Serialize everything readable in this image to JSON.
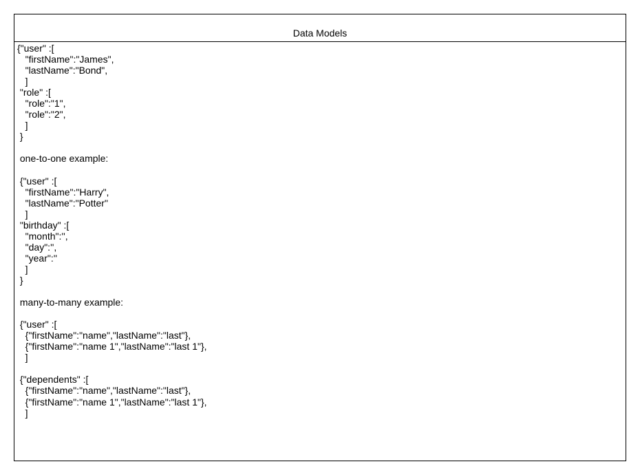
{
  "diagram": {
    "title": "Data Models",
    "lines": [
      "{\"user\" :[",
      "   \"firstName\":\"James\",",
      "   \"lastName\":\"Bond\",",
      "   ]",
      " \"role\" :[",
      "   \"role\":\"1\",",
      "   \"role\":\"2\",",
      "   ]",
      " }",
      "",
      " one-to-one example:",
      "",
      " {\"user\" :[",
      "   \"firstName\":\"Harry\",",
      "   \"lastName\":\"Potter\"",
      "   ]",
      " \"birthday\" :[",
      "   \"month\":'',",
      "   \"day\":'',",
      "   \"year\":''",
      "   ]",
      " }",
      "",
      " many-to-many example:",
      "",
      " {\"user\" :[",
      "   {\"firstName\":\"name\",\"lastName\":\"last\"},",
      "   {\"firstName\":\"name 1\",\"lastName\":\"last 1\"},",
      "   ]",
      "",
      " {\"dependents\" :[",
      "   {\"firstName\":\"name\",\"lastName\":\"last\"},",
      "   {\"firstName\":\"name 1\",\"lastName\":\"last 1\"},",
      "   ]"
    ]
  }
}
